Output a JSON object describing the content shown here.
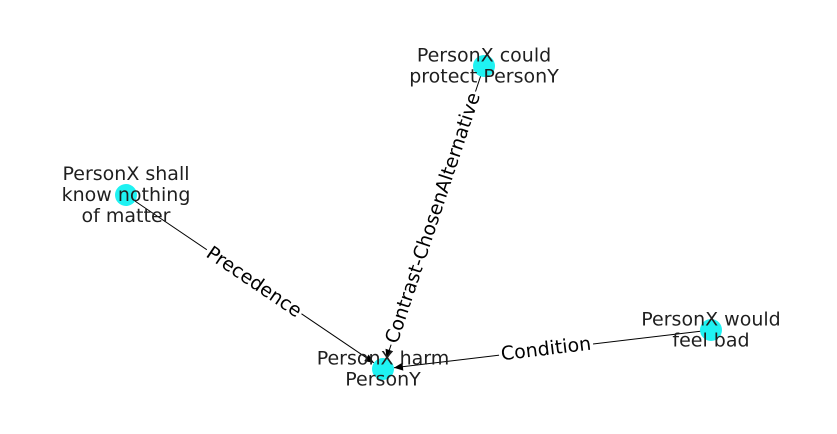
{
  "diagram": {
    "node_color": "#1ff2f2",
    "edge_color": "#000000",
    "nodes": [
      {
        "id": "n_harm",
        "label_lines": [
          "PersonX harm",
          "PersonY"
        ]
      },
      {
        "id": "n_protect",
        "label_lines": [
          "PersonX could",
          "protect PersonY"
        ]
      },
      {
        "id": "n_know",
        "label_lines": [
          "PersonX shall",
          "know nothing",
          "of matter"
        ]
      },
      {
        "id": "n_feel",
        "label_lines": [
          "PersonX would",
          "feel bad"
        ]
      }
    ],
    "edges": [
      {
        "id": "e_alt",
        "source": "n_protect",
        "target": "n_harm",
        "label": "Contrast-ChosenAlternative"
      },
      {
        "id": "e_prec",
        "source": "n_know",
        "target": "n_harm",
        "label": "Precedence"
      },
      {
        "id": "e_cond",
        "source": "n_feel",
        "target": "n_harm",
        "label": "Condition"
      }
    ]
  }
}
